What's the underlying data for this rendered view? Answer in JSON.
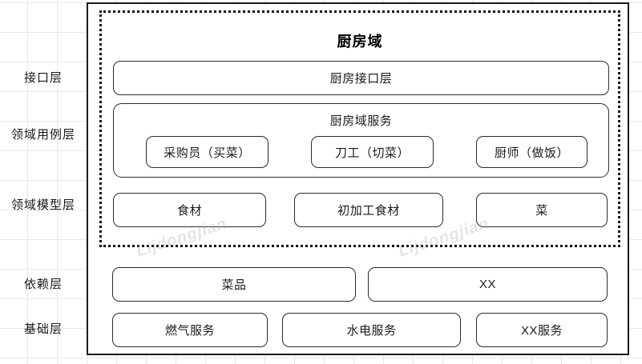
{
  "diagram": {
    "title": "厨房域",
    "watermark": "Lijdongjian",
    "layer_labels": [
      {
        "id": "interface",
        "label": "接口层"
      },
      {
        "id": "domain-usecase",
        "label": "领域用例层"
      },
      {
        "id": "domain-model",
        "label": "领域模型层"
      },
      {
        "id": "dependency",
        "label": "依赖层"
      },
      {
        "id": "foundation",
        "label": "基础层"
      }
    ],
    "interface_layer": {
      "box_label": "厨房接口层"
    },
    "usecase_layer": {
      "container_label": "厨房域服务",
      "nodes": [
        {
          "label": "采购员（买菜）"
        },
        {
          "label": "刀工（切菜）"
        },
        {
          "label": "厨师（做饭）"
        }
      ]
    },
    "model_layer": {
      "nodes": [
        {
          "label": "食材"
        },
        {
          "label": "初加工食材"
        },
        {
          "label": "菜"
        }
      ]
    },
    "dependency_layer": {
      "nodes": [
        {
          "label": "菜品"
        },
        {
          "label": "XX"
        }
      ]
    },
    "foundation_layer": {
      "nodes": [
        {
          "label": "燃气服务"
        },
        {
          "label": "水电服务"
        },
        {
          "label": "XX服务"
        }
      ]
    },
    "colors": {
      "border": "#2b2b2b",
      "dotted_border": "#111111",
      "text": "#1a1a1a",
      "grid": "#e8e8e8",
      "background": "#ffffff"
    }
  }
}
